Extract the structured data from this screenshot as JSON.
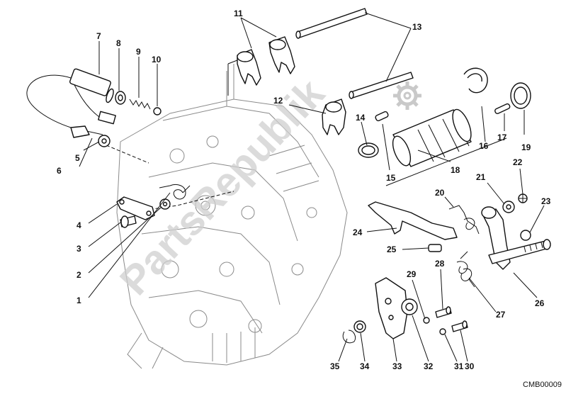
{
  "diagram": {
    "watermark": "PartsRepublik",
    "drawing_code": "CMB00009",
    "callouts": [
      {
        "id": "1",
        "label": "1"
      },
      {
        "id": "2",
        "label": "2"
      },
      {
        "id": "3",
        "label": "3"
      },
      {
        "id": "4",
        "label": "4"
      },
      {
        "id": "5",
        "label": "5"
      },
      {
        "id": "6",
        "label": "6"
      },
      {
        "id": "7",
        "label": "7"
      },
      {
        "id": "8",
        "label": "8"
      },
      {
        "id": "9",
        "label": "9"
      },
      {
        "id": "10",
        "label": "10"
      },
      {
        "id": "11",
        "label": "11"
      },
      {
        "id": "12",
        "label": "12"
      },
      {
        "id": "13",
        "label": "13"
      },
      {
        "id": "14",
        "label": "14"
      },
      {
        "id": "15",
        "label": "15"
      },
      {
        "id": "16",
        "label": "16"
      },
      {
        "id": "17",
        "label": "17"
      },
      {
        "id": "18",
        "label": "18"
      },
      {
        "id": "19",
        "label": "19"
      },
      {
        "id": "20",
        "label": "20"
      },
      {
        "id": "21",
        "label": "21"
      },
      {
        "id": "22",
        "label": "22"
      },
      {
        "id": "23",
        "label": "23"
      },
      {
        "id": "24",
        "label": "24"
      },
      {
        "id": "25",
        "label": "25"
      },
      {
        "id": "26",
        "label": "26"
      },
      {
        "id": "27",
        "label": "27"
      },
      {
        "id": "28",
        "label": "28"
      },
      {
        "id": "29",
        "label": "29"
      },
      {
        "id": "30",
        "label": "30"
      },
      {
        "id": "31",
        "label": "31"
      },
      {
        "id": "32",
        "label": "32"
      },
      {
        "id": "33",
        "label": "33"
      },
      {
        "id": "34",
        "label": "34"
      },
      {
        "id": "35",
        "label": "35"
      }
    ]
  }
}
